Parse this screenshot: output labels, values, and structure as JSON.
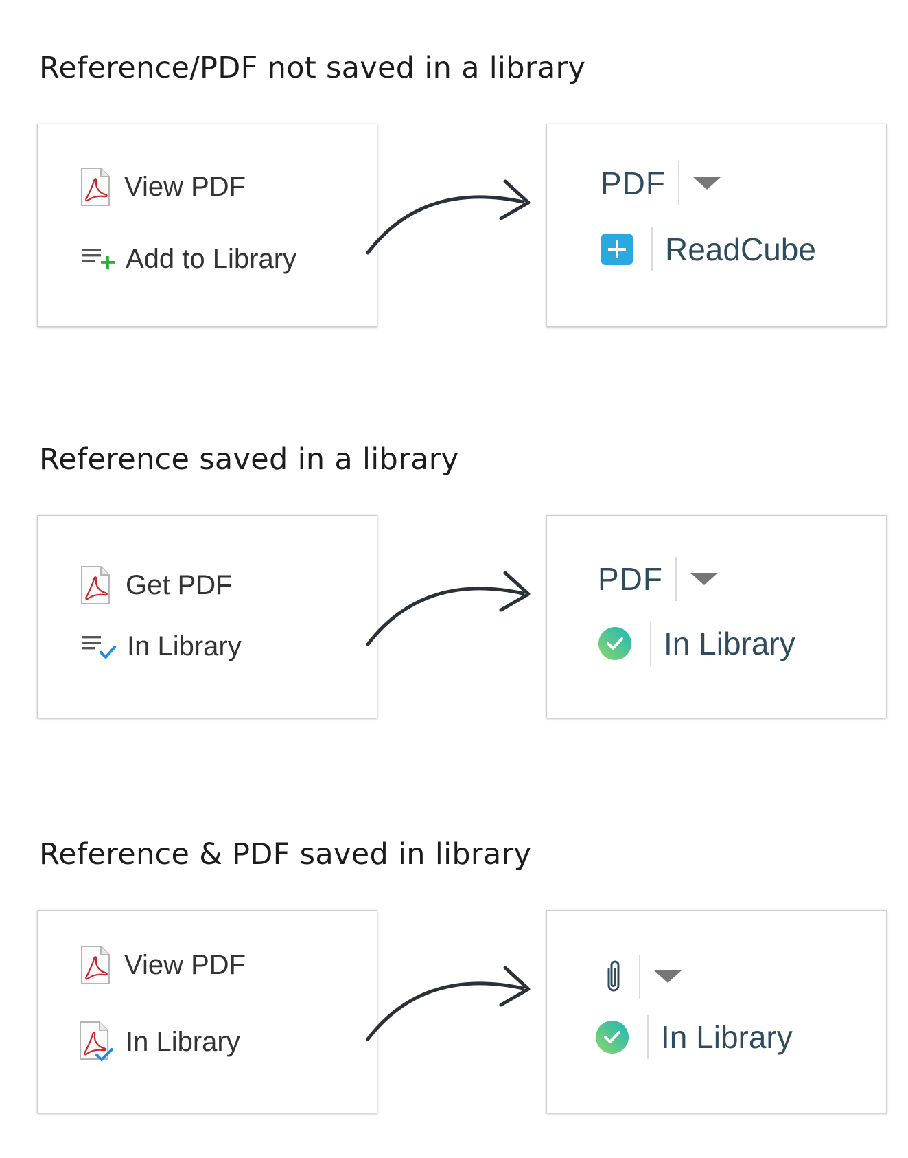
{
  "sections": [
    {
      "heading": "Reference/PDF not saved in a library",
      "old": {
        "line1": "View PDF",
        "line2": "Add to Library"
      },
      "new": {
        "line1": "PDF",
        "line2": "ReadCube"
      }
    },
    {
      "heading": "Reference saved in a library",
      "old": {
        "line1": "Get PDF",
        "line2": "In Library"
      },
      "new": {
        "line1": "PDF",
        "line2": "In Library"
      }
    },
    {
      "heading": "Reference & PDF saved in library",
      "old": {
        "line1": "View PDF",
        "line2": "In Library"
      },
      "new": {
        "line2": "In Library"
      }
    }
  ],
  "colors": {
    "accent_blue": "#2aa8e0",
    "add_green": "#22b430",
    "check_blue": "#1e8ee6",
    "pdf_red": "#c8262b",
    "new_text": "#2f4b5e"
  },
  "icons": [
    "pdf-icon",
    "list-add-icon",
    "list-check-icon",
    "pdf-check-icon",
    "chevron-down-icon",
    "plus-square-icon",
    "check-circle-icon",
    "paperclip-icon",
    "curved-arrow-icon"
  ]
}
